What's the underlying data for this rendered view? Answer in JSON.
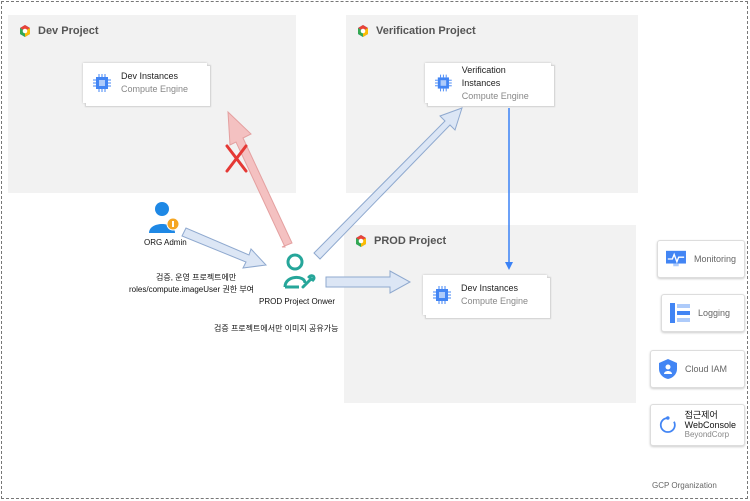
{
  "projects": {
    "dev": {
      "title": "Dev Project",
      "card": {
        "title": "Dev Instances",
        "subtitle": "Compute Engine"
      }
    },
    "verification": {
      "title": "Verification Project",
      "card": {
        "title": "Verification Instances",
        "subtitle": "Compute Engine"
      }
    },
    "prod": {
      "title": "PROD Project",
      "card": {
        "title": "Dev Instances",
        "subtitle": "Compute Engine"
      }
    }
  },
  "actors": {
    "org_admin": "ORG Admin",
    "prod_owner": "PROD Project Onwer"
  },
  "notes": {
    "role_grant_line1": "검증, 운영 프로젝트에만",
    "role_grant_line2": "roles/compute.imageUser 권한 부여",
    "image_share": "검증 프로젝트에서만 이미지 공유가능"
  },
  "services": {
    "monitoring": "Monitoring",
    "logging": "Logging",
    "iam": "Cloud IAM",
    "access_line1": "접근제어",
    "access_line2": "WebConsole",
    "access_line3": "BeyondCorp"
  },
  "footer": "GCP Organization",
  "colors": {
    "blocked_arrow": "#f4c1c1",
    "blocked_x": "#e53935",
    "allowed_arrow": "#dce6f5",
    "flow_arrow": "#3b82f6",
    "owner_teal": "#26a69a",
    "admin_blue": "#1e88e5"
  }
}
